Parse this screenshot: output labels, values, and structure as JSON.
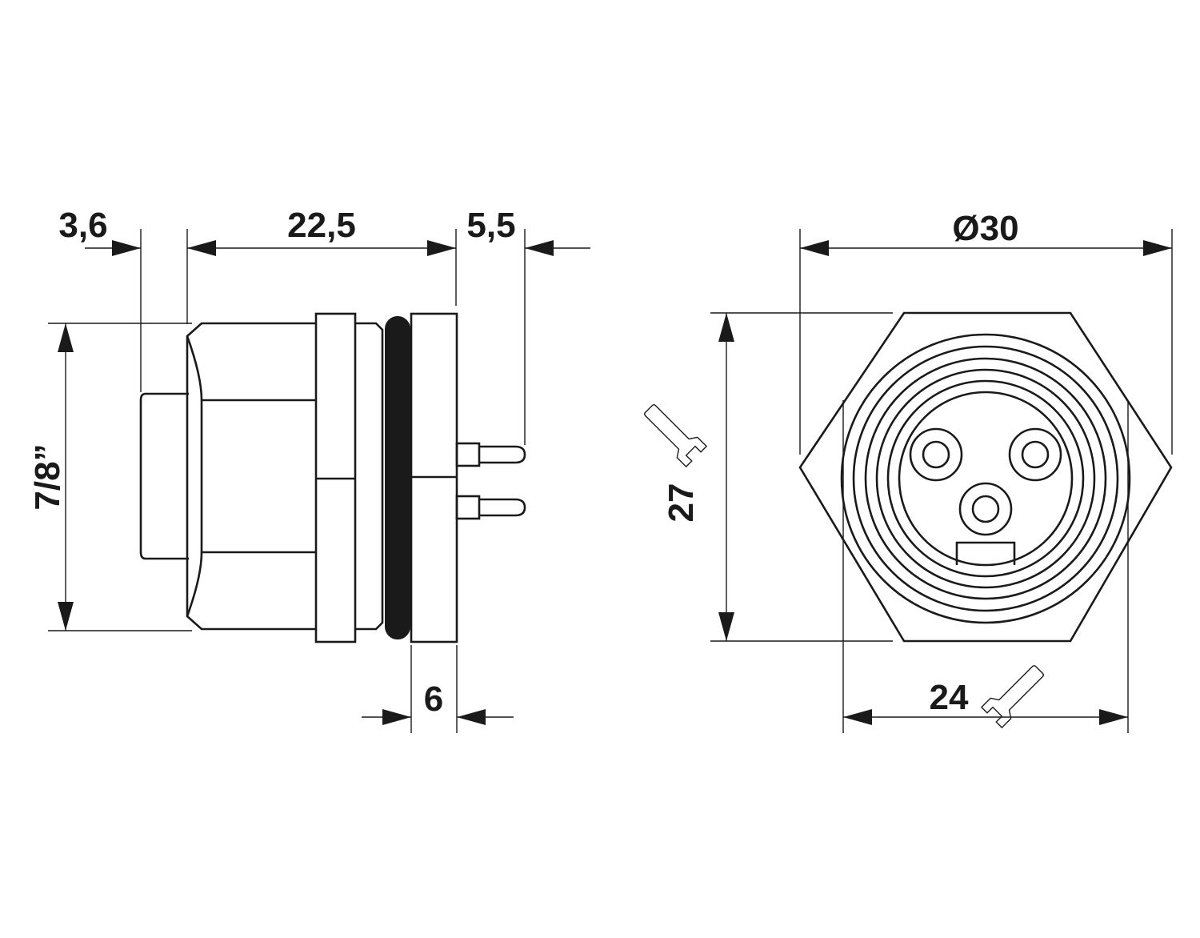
{
  "drawing": {
    "side_view": {
      "dim_pin_offset": "3,6",
      "dim_body_length": "22,5",
      "dim_pin_length": "5,5",
      "dim_thread": "7/8”",
      "dim_flange": "6"
    },
    "front_view": {
      "dim_diameter": "Ø30",
      "dim_wrench_large": "27",
      "dim_wrench_small": "24",
      "wrench_icon": "wrench-icon"
    }
  }
}
